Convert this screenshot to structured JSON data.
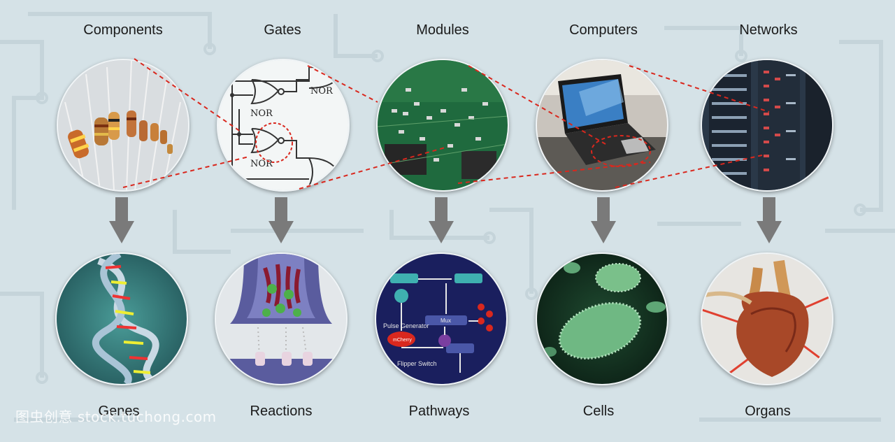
{
  "top_row": [
    {
      "label": "Components"
    },
    {
      "label": "Gates"
    },
    {
      "label": "Modules"
    },
    {
      "label": "Computers"
    },
    {
      "label": "Networks"
    }
  ],
  "bottom_row": [
    {
      "label": "Genes"
    },
    {
      "label": "Reactions"
    },
    {
      "label": "Pathways"
    },
    {
      "label": "Cells"
    },
    {
      "label": "Organs"
    }
  ],
  "gate_labels": [
    "NOR",
    "NOR",
    "NOR"
  ],
  "pathway_labels": [
    "Pulse Generator",
    "Flipper Switch",
    "Mux",
    "mCherry"
  ],
  "watermark": "图虫创意 stock.tuchong.com",
  "colors": {
    "background": "#d5e2e7",
    "arrow": "#7a7a7a",
    "zoom_line": "#d9281e"
  }
}
